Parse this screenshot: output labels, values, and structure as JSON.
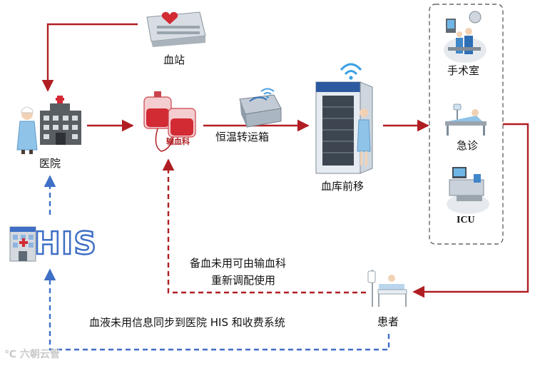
{
  "nodes": {
    "blood_station": "血站",
    "hospital": "医院",
    "transfusion_dept": "输血科",
    "transport_box": "恒温转运箱",
    "front_blood_bank": "血库前移",
    "operating_room": "手术室",
    "emergency": "急诊",
    "icu": "ICU",
    "his": "HIS",
    "patient": "患者"
  },
  "notes": {
    "redeploy_line1": "备血未用可由输血科",
    "redeploy_line2": "重新调配使用",
    "sync_info": "血液未用信息同步到医院 HIS 和收费系统"
  },
  "watermark": "六朝云管",
  "colors": {
    "red_arrow": "#b01e23",
    "blue_dash": "#3f6fc6",
    "icon_blue": "#3b74b9",
    "dept_box_border": "#666666"
  }
}
